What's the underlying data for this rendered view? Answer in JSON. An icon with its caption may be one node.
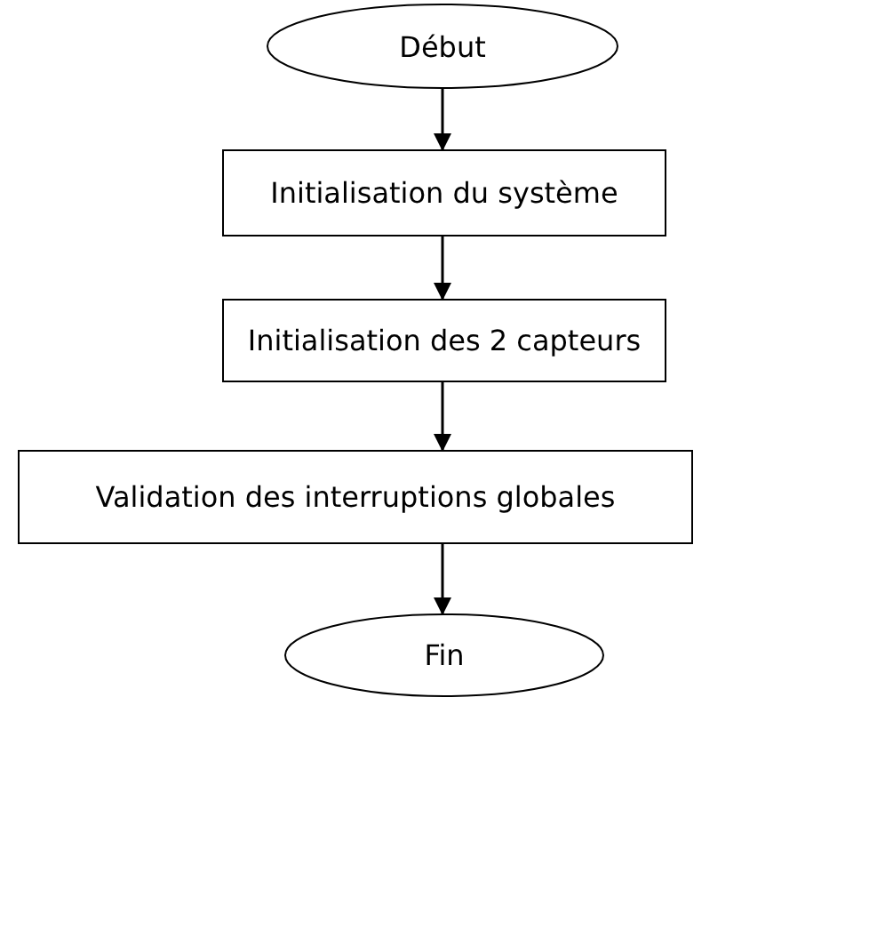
{
  "diagram": {
    "nodes": [
      {
        "text": [
          "Début"
        ]
      },
      {
        "text": [
          "Initialisation du système"
        ]
      },
      {
        "text": [
          "Initialisation des 2 capteurs"
        ]
      },
      {
        "text": [
          "Validation des interruptions globales"
        ]
      },
      {
        "text": [
          "Fin"
        ]
      }
    ],
    "edges": [
      {
        "from": 0,
        "to": 1,
        "arrow": "to"
      },
      {
        "from": 1,
        "to": 2,
        "arrow": "to"
      },
      {
        "from": 2,
        "to": 3,
        "arrow": "to"
      },
      {
        "from": 3,
        "to": 4,
        "arrow": "to"
      }
    ]
  }
}
